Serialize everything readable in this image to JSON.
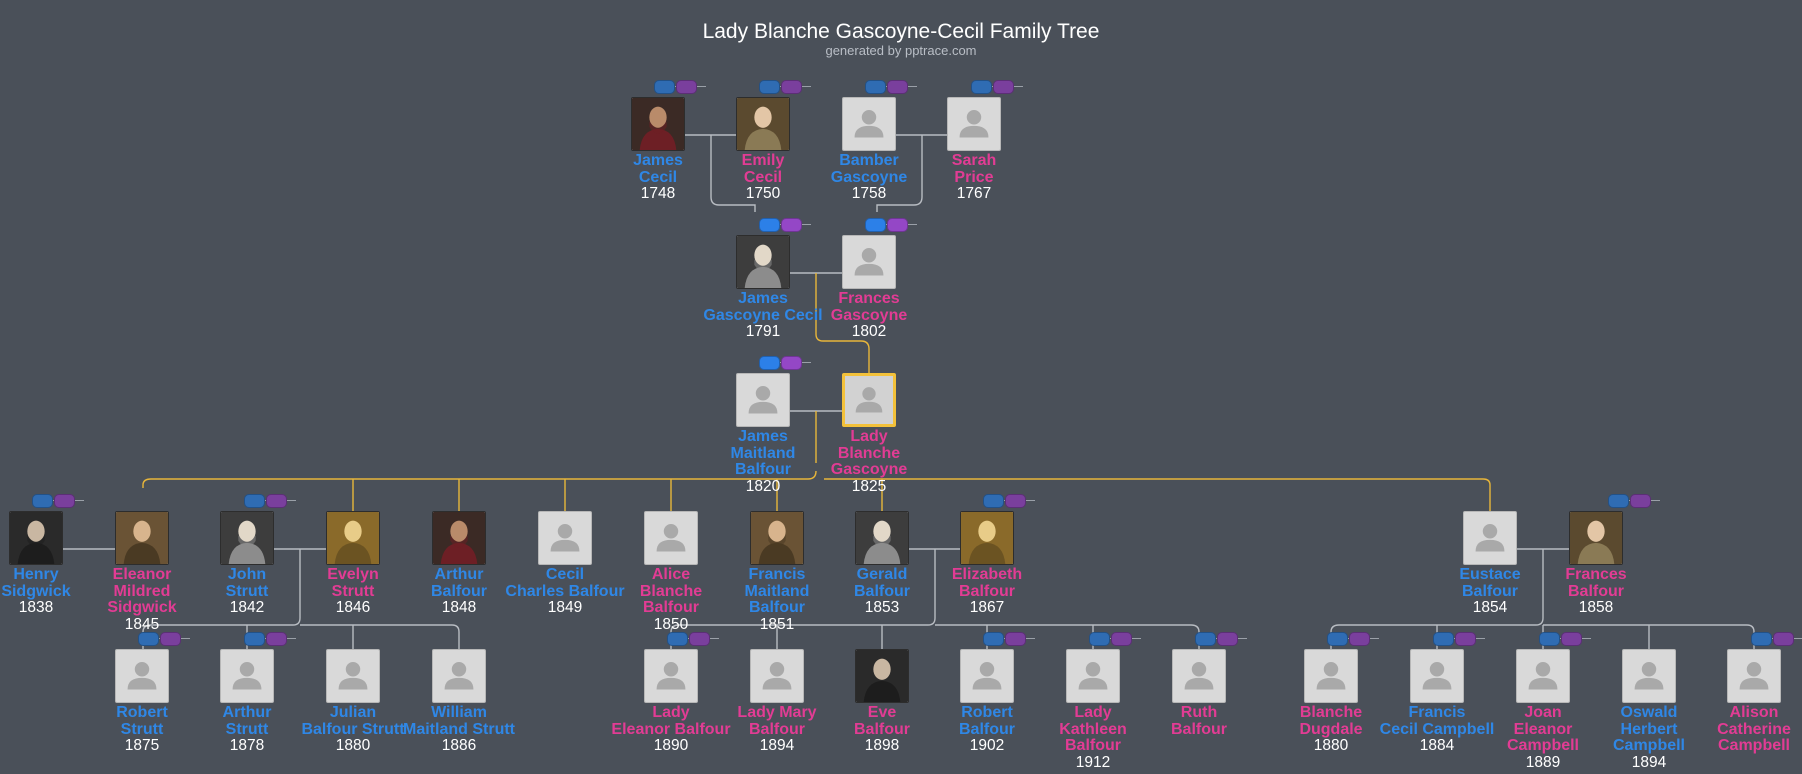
{
  "header": {
    "title": "Lady Blanche Gascoyne-Cecil Family Tree",
    "subtitle": "generated by pptrace.com"
  },
  "colors": {
    "male": "#2f87e6",
    "female": "#e23c94",
    "highlight": "#f3c13a",
    "background": "#4a5059"
  },
  "people": [
    {
      "id": "p1",
      "first": "James",
      "last": "Cecil",
      "year": "1748",
      "gender": "m",
      "photo": "portrait",
      "icon": "portrait-photo-icon"
    },
    {
      "id": "p2",
      "first": "Emily",
      "last": "Cecil",
      "year": "1750",
      "gender": "f",
      "photo": "portrait",
      "icon": "portrait-photo-icon"
    },
    {
      "id": "p3",
      "first": "Bamber",
      "last": "Gascoyne",
      "year": "1758",
      "gender": "m",
      "photo": "none",
      "icon": "person-placeholder-icon"
    },
    {
      "id": "p4",
      "first": "Sarah",
      "last": "Price",
      "year": "1767",
      "gender": "f",
      "photo": "none",
      "icon": "person-placeholder-icon"
    },
    {
      "id": "p5",
      "first": "James",
      "last": "Gascoyne Cecil",
      "year": "1791",
      "gender": "m",
      "photo": "portrait",
      "icon": "portrait-photo-icon"
    },
    {
      "id": "p6",
      "first": "Frances",
      "last": "Gascoyne",
      "year": "1802",
      "gender": "f",
      "photo": "none",
      "icon": "person-placeholder-icon"
    },
    {
      "id": "p7",
      "first": "James",
      "last": "Maitland Balfour",
      "year": "1820",
      "gender": "m",
      "photo": "none",
      "icon": "person-placeholder-icon"
    },
    {
      "id": "p8",
      "first": "Lady",
      "last": "Blanche Gascoyne",
      "year": "1825",
      "gender": "f",
      "photo": "none",
      "icon": "person-placeholder-icon",
      "selected": true
    },
    {
      "id": "p9",
      "first": "Henry",
      "last": "Sidgwick",
      "year": "1838",
      "gender": "m",
      "photo": "portrait",
      "icon": "portrait-photo-icon"
    },
    {
      "id": "p10",
      "first": "Eleanor",
      "last": "Mildred Sidgwick",
      "year": "1845",
      "gender": "f",
      "photo": "portrait",
      "icon": "portrait-photo-icon"
    },
    {
      "id": "p11",
      "first": "John",
      "last": "Strutt",
      "year": "1842",
      "gender": "m",
      "photo": "portrait",
      "icon": "portrait-photo-icon"
    },
    {
      "id": "p12",
      "first": "Evelyn",
      "last": "Strutt",
      "year": "1846",
      "gender": "f",
      "photo": "portrait",
      "icon": "portrait-photo-icon"
    },
    {
      "id": "p13",
      "first": "Arthur",
      "last": "Balfour",
      "year": "1848",
      "gender": "m",
      "photo": "portrait",
      "icon": "portrait-photo-icon"
    },
    {
      "id": "p14",
      "first": "Cecil",
      "last": "Charles Balfour",
      "year": "1849",
      "gender": "m",
      "photo": "none",
      "icon": "person-placeholder-icon"
    },
    {
      "id": "p15",
      "first": "Alice",
      "last": "Blanche Balfour",
      "year": "1850",
      "gender": "f",
      "photo": "none",
      "icon": "person-placeholder-icon"
    },
    {
      "id": "p16",
      "first": "Francis",
      "last": "Maitland Balfour",
      "year": "1851",
      "gender": "m",
      "photo": "portrait",
      "icon": "portrait-photo-icon"
    },
    {
      "id": "p17",
      "first": "Gerald",
      "last": "Balfour",
      "year": "1853",
      "gender": "m",
      "photo": "portrait",
      "icon": "portrait-photo-icon"
    },
    {
      "id": "p18",
      "first": "Elizabeth",
      "last": "Balfour",
      "year": "1867",
      "gender": "f",
      "photo": "portrait",
      "icon": "portrait-photo-icon"
    },
    {
      "id": "p19",
      "first": "Eustace",
      "last": "Balfour",
      "year": "1854",
      "gender": "m",
      "photo": "none",
      "icon": "person-placeholder-icon"
    },
    {
      "id": "p20",
      "first": "Frances",
      "last": "Balfour",
      "year": "1858",
      "gender": "f",
      "photo": "portrait",
      "icon": "portrait-photo-icon"
    },
    {
      "id": "p21",
      "first": "Robert",
      "last": "Strutt",
      "year": "1875",
      "gender": "m",
      "photo": "none",
      "icon": "person-placeholder-icon"
    },
    {
      "id": "p22",
      "first": "Arthur",
      "last": "Strutt",
      "year": "1878",
      "gender": "m",
      "photo": "none",
      "icon": "person-placeholder-icon"
    },
    {
      "id": "p23",
      "first": "Julian",
      "last": "Balfour Strutt",
      "year": "1880",
      "gender": "m",
      "photo": "none",
      "icon": "person-placeholder-icon"
    },
    {
      "id": "p24",
      "first": "William",
      "last": "Maitland Strutt",
      "year": "1886",
      "gender": "m",
      "photo": "none",
      "icon": "person-placeholder-icon"
    },
    {
      "id": "p25",
      "first": "Lady",
      "last": "Eleanor Balfour",
      "year": "1890",
      "gender": "f",
      "photo": "none",
      "icon": "person-placeholder-icon"
    },
    {
      "id": "p26",
      "first": "Lady Mary",
      "last": "Balfour",
      "year": "1894",
      "gender": "f",
      "photo": "none",
      "icon": "person-placeholder-icon"
    },
    {
      "id": "p27",
      "first": "Eve",
      "last": "Balfour",
      "year": "1898",
      "gender": "f",
      "photo": "portrait",
      "icon": "portrait-photo-icon"
    },
    {
      "id": "p28",
      "first": "Robert",
      "last": "Balfour",
      "year": "1902",
      "gender": "m",
      "photo": "none",
      "icon": "person-placeholder-icon"
    },
    {
      "id": "p29",
      "first": "Lady",
      "last": "Kathleen Balfour",
      "year": "1912",
      "gender": "f",
      "photo": "none",
      "icon": "person-placeholder-icon"
    },
    {
      "id": "p30",
      "first": "Ruth",
      "last": "Balfour",
      "year": "",
      "gender": "f",
      "photo": "none",
      "icon": "person-placeholder-icon"
    },
    {
      "id": "p31",
      "first": "Blanche",
      "last": "Dugdale",
      "year": "1880",
      "gender": "f",
      "photo": "none",
      "icon": "person-placeholder-icon"
    },
    {
      "id": "p32",
      "first": "Francis",
      "last": "Cecil Campbell",
      "year": "1884",
      "gender": "m",
      "photo": "none",
      "icon": "person-placeholder-icon"
    },
    {
      "id": "p33",
      "first": "Joan",
      "last": "Eleanor Campbell",
      "year": "1889",
      "gender": "f",
      "photo": "none",
      "icon": "person-placeholder-icon"
    },
    {
      "id": "p34",
      "first": "Oswald",
      "last": "Herbert Campbell",
      "year": "1894",
      "gender": "m",
      "photo": "none",
      "icon": "person-placeholder-icon"
    },
    {
      "id": "p35",
      "first": "Alison",
      "last": "Catherine Campbell",
      "year": "",
      "gender": "f",
      "photo": "none",
      "icon": "person-placeholder-icon"
    }
  ]
}
